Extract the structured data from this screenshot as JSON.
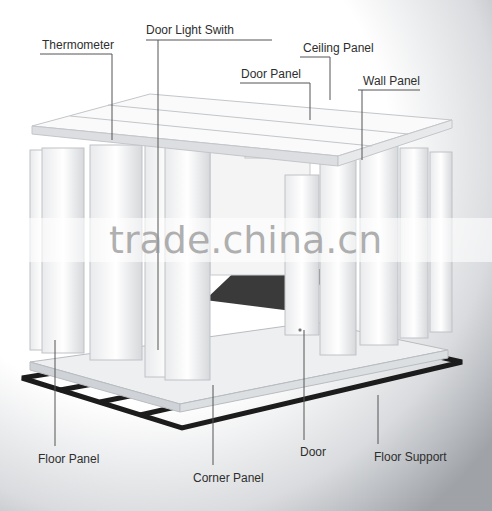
{
  "diagram": {
    "labels": [
      "Thermometer",
      "Door Light Swith",
      "Ceiling Panel",
      "Door Panel",
      "Wall Panel",
      "Floor Panel",
      "Corner Panel",
      "Door",
      "Floor Support",
      "trade.china.cn"
    ]
  }
}
